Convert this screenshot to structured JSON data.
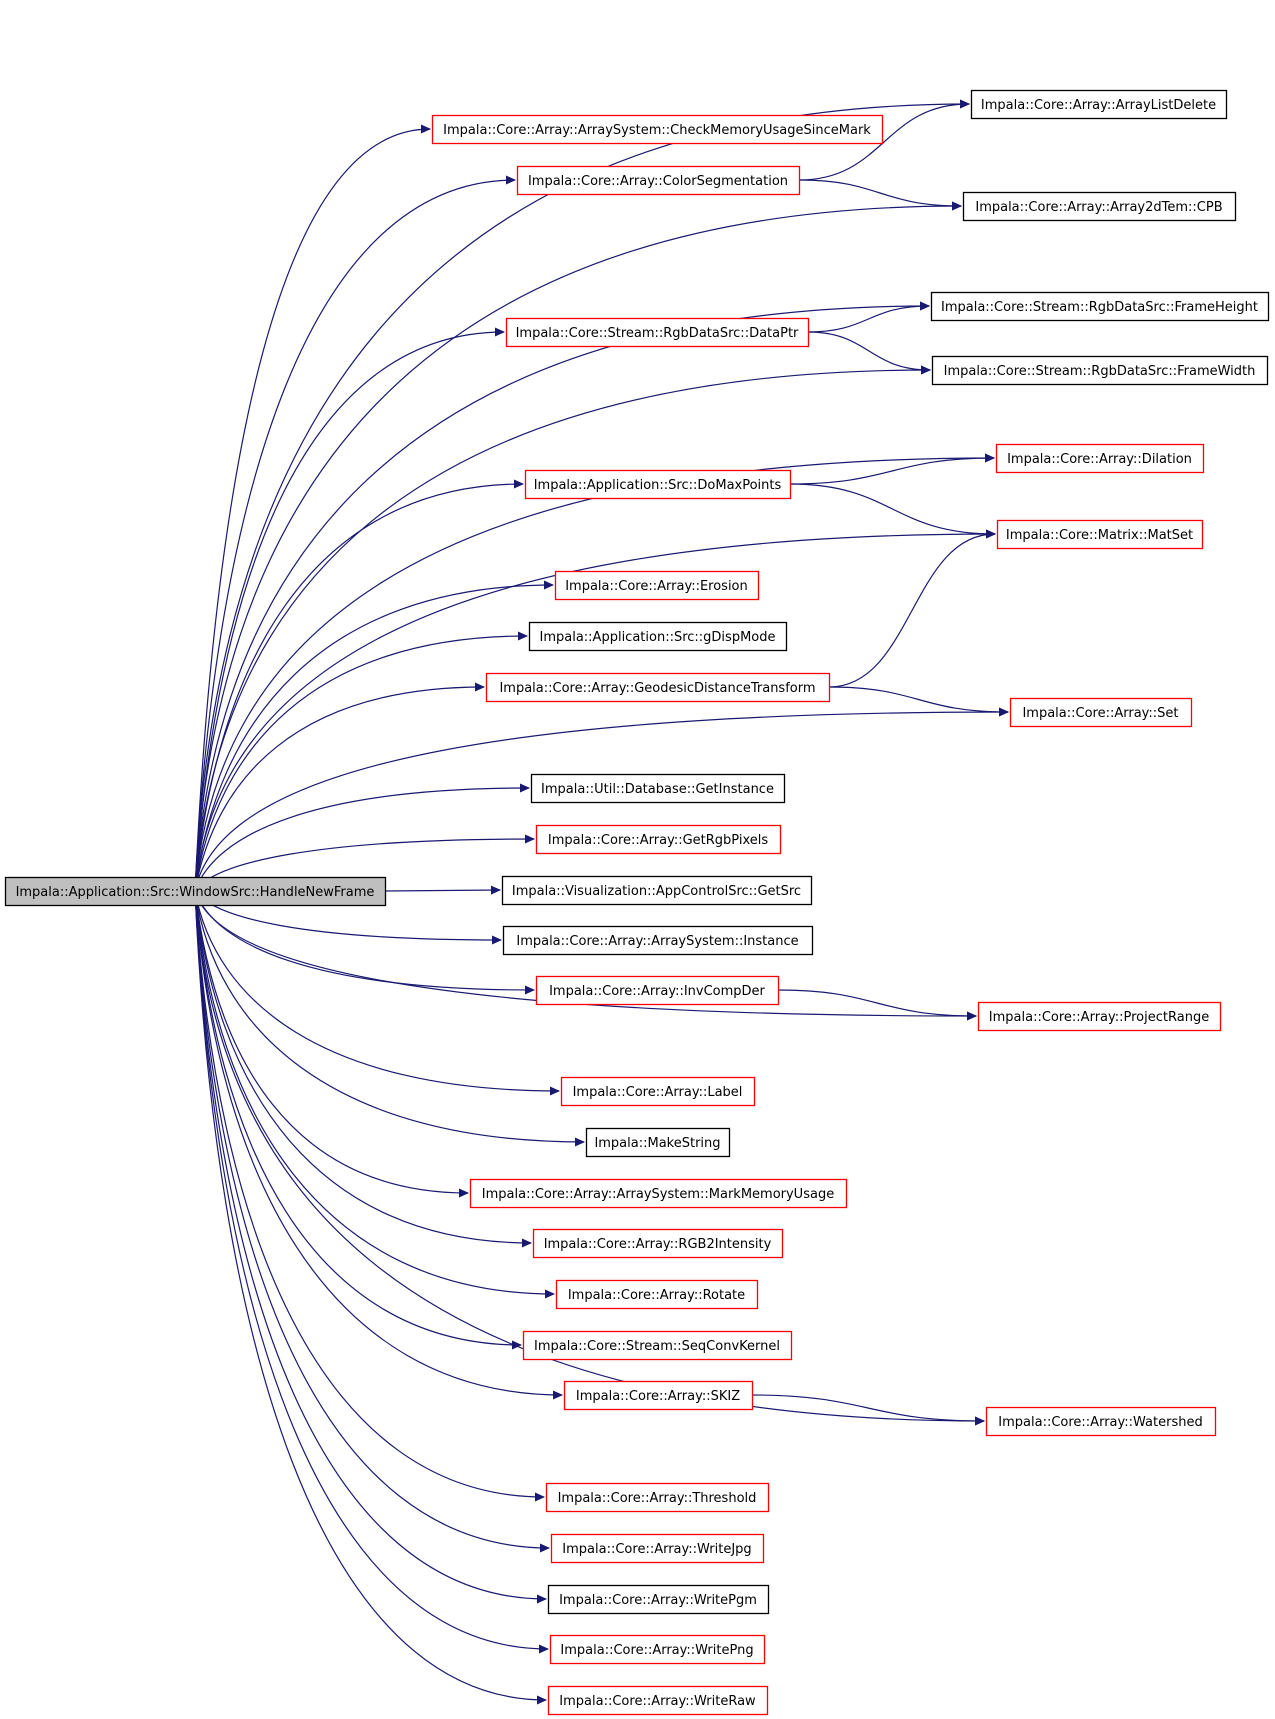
{
  "diagram": {
    "root": {
      "id": "root",
      "label": "Impala::Application::Src::WindowSrc::HandleNewFrame",
      "highlighted": true
    },
    "nodes": [
      {
        "id": "arraylistdelete",
        "label": "Impala::Core::Array::ArrayListDelete",
        "border": "black"
      },
      {
        "id": "checkmem",
        "label": "Impala::Core::Array::ArraySystem::CheckMemoryUsageSinceMark",
        "border": "red"
      },
      {
        "id": "colorseg",
        "label": "Impala::Core::Array::ColorSegmentation",
        "border": "red"
      },
      {
        "id": "cpb",
        "label": "Impala::Core::Array::Array2dTem::CPB",
        "border": "black"
      },
      {
        "id": "frameheight",
        "label": "Impala::Core::Stream::RgbDataSrc::FrameHeight",
        "border": "black"
      },
      {
        "id": "dataptr",
        "label": "Impala::Core::Stream::RgbDataSrc::DataPtr",
        "border": "red"
      },
      {
        "id": "framewidth",
        "label": "Impala::Core::Stream::RgbDataSrc::FrameWidth",
        "border": "black"
      },
      {
        "id": "dilation",
        "label": "Impala::Core::Array::Dilation",
        "border": "red"
      },
      {
        "id": "domaxpoints",
        "label": "Impala::Application::Src::DoMaxPoints",
        "border": "red"
      },
      {
        "id": "matset",
        "label": "Impala::Core::Matrix::MatSet",
        "border": "red"
      },
      {
        "id": "erosion",
        "label": "Impala::Core::Array::Erosion",
        "border": "red"
      },
      {
        "id": "gdispmode",
        "label": "Impala::Application::Src::gDispMode",
        "border": "black"
      },
      {
        "id": "geodesic",
        "label": "Impala::Core::Array::GeodesicDistanceTransform",
        "border": "red"
      },
      {
        "id": "set",
        "label": "Impala::Core::Array::Set",
        "border": "red"
      },
      {
        "id": "getinstance",
        "label": "Impala::Util::Database::GetInstance",
        "border": "black"
      },
      {
        "id": "getrgbpixels",
        "label": "Impala::Core::Array::GetRgbPixels",
        "border": "red"
      },
      {
        "id": "getsrc",
        "label": "Impala::Visualization::AppControlSrc::GetSrc",
        "border": "black"
      },
      {
        "id": "instance",
        "label": "Impala::Core::Array::ArraySystem::Instance",
        "border": "black"
      },
      {
        "id": "invcompder",
        "label": "Impala::Core::Array::InvCompDer",
        "border": "red"
      },
      {
        "id": "projectrange",
        "label": "Impala::Core::Array::ProjectRange",
        "border": "red"
      },
      {
        "id": "label",
        "label": "Impala::Core::Array::Label",
        "border": "red"
      },
      {
        "id": "makestring",
        "label": "Impala::MakeString",
        "border": "black"
      },
      {
        "id": "markmem",
        "label": "Impala::Core::Array::ArraySystem::MarkMemoryUsage",
        "border": "red"
      },
      {
        "id": "rgb2intensity",
        "label": "Impala::Core::Array::RGB2Intensity",
        "border": "red"
      },
      {
        "id": "rotate",
        "label": "Impala::Core::Array::Rotate",
        "border": "red"
      },
      {
        "id": "seqconv",
        "label": "Impala::Core::Stream::SeqConvKernel",
        "border": "red"
      },
      {
        "id": "skiz",
        "label": "Impala::Core::Array::SKIZ",
        "border": "red"
      },
      {
        "id": "watershed",
        "label": "Impala::Core::Array::Watershed",
        "border": "red"
      },
      {
        "id": "threshold",
        "label": "Impala::Core::Array::Threshold",
        "border": "red"
      },
      {
        "id": "writejpg",
        "label": "Impala::Core::Array::WriteJpg",
        "border": "red"
      },
      {
        "id": "writepgm",
        "label": "Impala::Core::Array::WritePgm",
        "border": "black"
      },
      {
        "id": "writepng",
        "label": "Impala::Core::Array::WritePng",
        "border": "red"
      },
      {
        "id": "writeraw",
        "label": "Impala::Core::Array::WriteRaw",
        "border": "red"
      }
    ],
    "edges": [
      [
        "root",
        "arraylistdelete"
      ],
      [
        "root",
        "checkmem"
      ],
      [
        "root",
        "colorseg"
      ],
      [
        "root",
        "cpb"
      ],
      [
        "root",
        "frameheight"
      ],
      [
        "root",
        "dataptr"
      ],
      [
        "root",
        "framewidth"
      ],
      [
        "root",
        "dilation"
      ],
      [
        "root",
        "domaxpoints"
      ],
      [
        "root",
        "matset"
      ],
      [
        "root",
        "erosion"
      ],
      [
        "root",
        "gdispmode"
      ],
      [
        "root",
        "geodesic"
      ],
      [
        "root",
        "set"
      ],
      [
        "root",
        "getinstance"
      ],
      [
        "root",
        "getrgbpixels"
      ],
      [
        "root",
        "getsrc"
      ],
      [
        "root",
        "instance"
      ],
      [
        "root",
        "invcompder"
      ],
      [
        "root",
        "projectrange"
      ],
      [
        "root",
        "label"
      ],
      [
        "root",
        "makestring"
      ],
      [
        "root",
        "markmem"
      ],
      [
        "root",
        "rgb2intensity"
      ],
      [
        "root",
        "rotate"
      ],
      [
        "root",
        "seqconv"
      ],
      [
        "root",
        "skiz"
      ],
      [
        "root",
        "watershed"
      ],
      [
        "root",
        "threshold"
      ],
      [
        "root",
        "writejpg"
      ],
      [
        "root",
        "writepgm"
      ],
      [
        "root",
        "writepng"
      ],
      [
        "root",
        "writeraw"
      ],
      [
        "colorseg",
        "arraylistdelete"
      ],
      [
        "colorseg",
        "cpb"
      ],
      [
        "dataptr",
        "frameheight"
      ],
      [
        "dataptr",
        "framewidth"
      ],
      [
        "domaxpoints",
        "dilation"
      ],
      [
        "domaxpoints",
        "matset"
      ],
      [
        "geodesic",
        "matset"
      ],
      [
        "geodesic",
        "set"
      ],
      [
        "invcompder",
        "projectrange"
      ],
      [
        "skiz",
        "watershed"
      ]
    ],
    "colors": {
      "edge": "#191970",
      "red_border": "#ff0000",
      "black_border": "#000000",
      "root_fill": "#bfbfbf"
    }
  }
}
